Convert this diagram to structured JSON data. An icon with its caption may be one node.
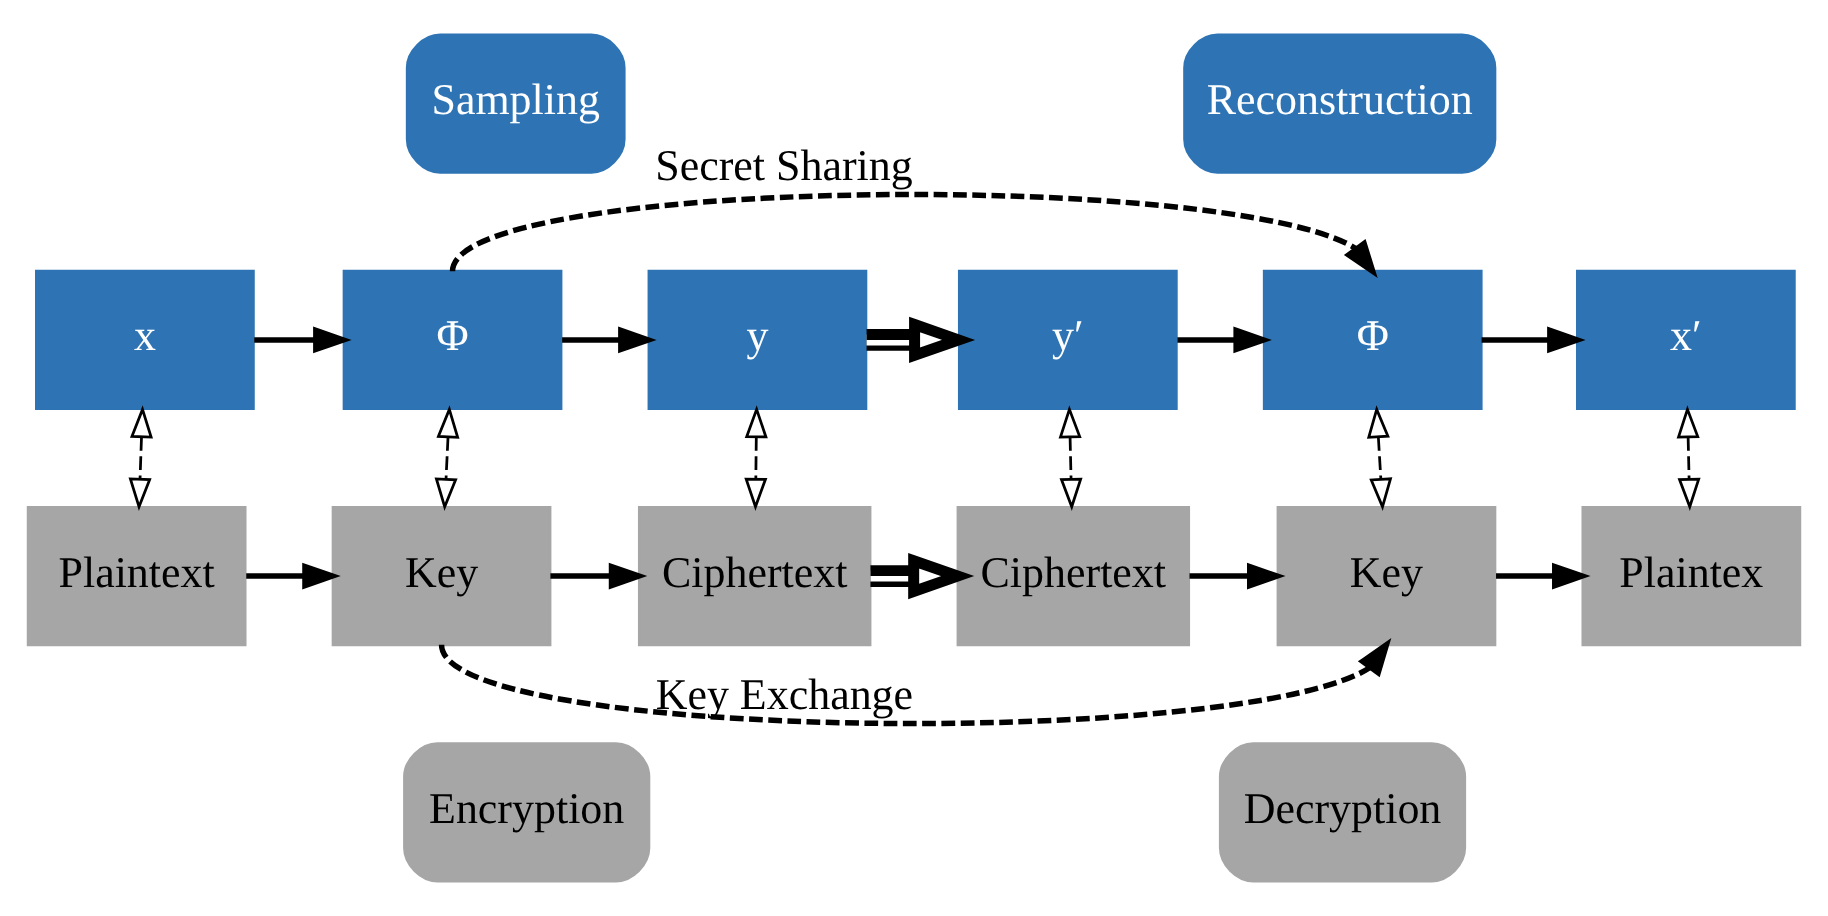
{
  "diagram": {
    "nodes": [
      {
        "text": [
          "Sampling"
        ]
      },
      {
        "text": [
          "Reconstruction"
        ]
      },
      {
        "text": [
          "x"
        ]
      },
      {
        "text": [
          "Φ"
        ]
      },
      {
        "text": [
          "y"
        ]
      },
      {
        "text": [
          "y′"
        ]
      },
      {
        "text": [
          "Φ"
        ]
      },
      {
        "text": [
          "x′"
        ]
      },
      {
        "text": [
          "Plaintext"
        ]
      },
      {
        "text": [
          "Key"
        ]
      },
      {
        "text": [
          "Ciphertext"
        ]
      },
      {
        "text": [
          "Ciphertext"
        ]
      },
      {
        "text": [
          "Key"
        ]
      },
      {
        "text": [
          "Plaintex"
        ]
      },
      {
        "text": [
          "Encryption"
        ]
      },
      {
        "text": [
          "Decryption"
        ]
      }
    ],
    "edges": [
      {
        "from": 2,
        "to": 3,
        "arrow": "to"
      },
      {
        "from": 3,
        "to": 4,
        "arrow": "to"
      },
      {
        "from": 5,
        "to": 6,
        "arrow": "to"
      },
      {
        "from": 6,
        "to": 7,
        "arrow": "to"
      },
      {
        "from": 8,
        "to": 9,
        "arrow": "to"
      },
      {
        "from": 9,
        "to": 10,
        "arrow": "to"
      },
      {
        "from": 11,
        "to": 12,
        "arrow": "to"
      },
      {
        "from": 12,
        "to": 13,
        "arrow": "to"
      },
      {
        "from": 4,
        "to": 5,
        "arrow": "to",
        "style": "thick"
      },
      {
        "from": 10,
        "to": 11,
        "arrow": "to",
        "style": "thick"
      },
      {
        "from": 2,
        "to": 8,
        "arrow": "both",
        "style": "dashed"
      },
      {
        "from": 3,
        "to": 9,
        "arrow": "both",
        "style": "dashed"
      },
      {
        "from": 4,
        "to": 10,
        "arrow": "both",
        "style": "dashed"
      },
      {
        "from": 5,
        "to": 11,
        "arrow": "both",
        "style": "dashed"
      },
      {
        "from": 6,
        "to": 12,
        "arrow": "both",
        "style": "dashed"
      },
      {
        "from": 7,
        "to": 13,
        "arrow": "both",
        "style": "dashed"
      },
      {
        "from": 3,
        "to": 6,
        "arrow": "to",
        "style": "dashed",
        "label": "Secret Sharing"
      },
      {
        "from": 9,
        "to": 12,
        "arrow": "to",
        "style": "dashed",
        "label": "Key Exchange"
      }
    ]
  }
}
